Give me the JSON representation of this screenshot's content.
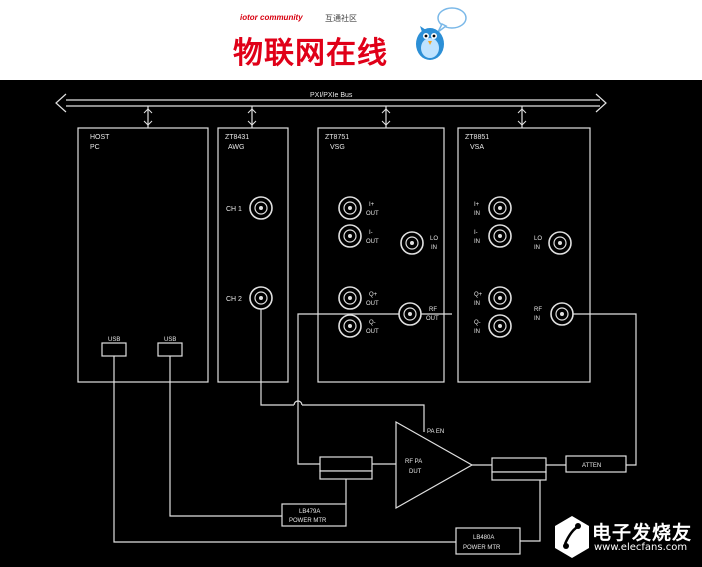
{
  "header": {
    "logo_small_en": "iotor community",
    "logo_small_cn": "互通社区",
    "logo_big": "物联网在线"
  },
  "watermark": {
    "title": "电子发烧友",
    "subtitle": "www.elecfans.com"
  },
  "bus": {
    "label": "PXI/PXIe Bus"
  },
  "modules": {
    "host": {
      "line1": "HOST",
      "line2": "PC"
    },
    "awg": {
      "line1": "ZT8431",
      "line2": "AWG"
    },
    "vsg": {
      "line1": "ZT8751",
      "line2": "VSG"
    },
    "vsa": {
      "line1": "ZT8851",
      "line2": "VSA"
    }
  },
  "ports": {
    "awg_ch1": "CH 1",
    "awg_ch2": "CH 2",
    "host_usb1": "USB",
    "host_usb2": "USB",
    "vsg_i_out": [
      "I+",
      "OUT"
    ],
    "vsg_i_out_neg": [
      "I-",
      "OUT"
    ],
    "vsg_lo_in": [
      "LO",
      "IN"
    ],
    "vsg_q_out": [
      "Q+",
      "OUT"
    ],
    "vsg_q_out_neg": [
      "Q-",
      "OUT"
    ],
    "vsg_rf_out": [
      "RF",
      "OUT"
    ],
    "vsa_i_in": [
      "I+",
      "IN"
    ],
    "vsa_i_in_neg": [
      "I-",
      "IN"
    ],
    "vsa_lo_in": [
      "LO",
      "IN"
    ],
    "vsa_q_in": [
      "Q+",
      "IN"
    ],
    "vsa_q_in_neg": [
      "Q-",
      "IN"
    ],
    "vsa_rf_in": [
      "RF",
      "IN"
    ]
  },
  "devices": {
    "pa_en": "PA EN",
    "amplifier": [
      "RF PA",
      "DUT"
    ],
    "atten": "ATTEN",
    "power_mtr_1": [
      "LB479A",
      "POWER MTR"
    ],
    "power_mtr_2": [
      "LB480A",
      "POWER MTR"
    ]
  },
  "colors": {
    "background": "#000000",
    "line": "#e0e0e0",
    "brand_red": "#e00018"
  },
  "icons": [
    "bird-icon",
    "elecfans-logo-icon"
  ]
}
